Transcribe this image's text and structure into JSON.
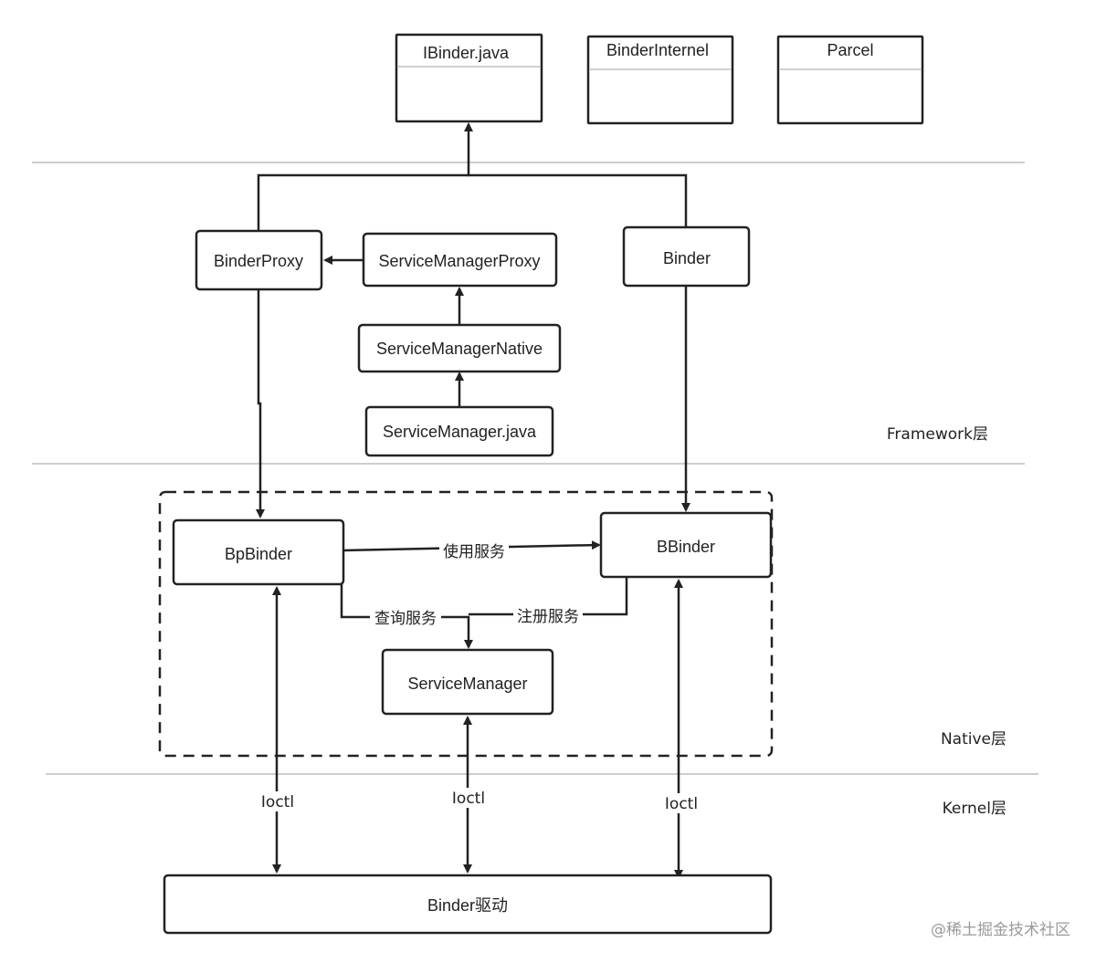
{
  "classes": {
    "ibinder": "IBinder.java",
    "binder_internel": "BinderInternel",
    "parcel": "Parcel"
  },
  "framework": {
    "binder_proxy": "BinderProxy",
    "service_manager_proxy": "ServiceManagerProxy",
    "service_manager_native": "ServiceManagerNative",
    "service_manager_java": "ServiceManager.java",
    "binder": "Binder"
  },
  "native": {
    "bp_binder": "BpBinder",
    "b_binder": "BBinder",
    "service_manager": "ServiceManager"
  },
  "kernel": {
    "binder_driver": "Binder驱动"
  },
  "edges": {
    "use_service": "使用服务",
    "query_service": "查询服务",
    "register_service": "注册服务",
    "ioctl_left": "Ioctl",
    "ioctl_mid": "Ioctl",
    "ioctl_right": "Ioctl"
  },
  "layers": {
    "framework": "Framework层",
    "native": "Native层",
    "kernel": "Kernel层"
  },
  "watermark": "@稀土掘金技术社区"
}
